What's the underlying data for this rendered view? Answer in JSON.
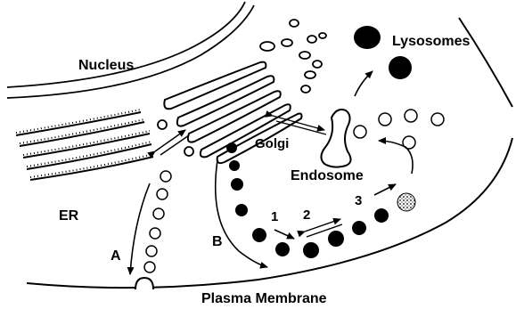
{
  "diagram": {
    "labels": {
      "nucleus": "Nucleus",
      "er": "ER",
      "golgi": "Golgi",
      "endosome": "Endosome",
      "lysosomes": "Lysosomes",
      "plasma_membrane": "Plasma Membrane",
      "pathway_a": "A",
      "pathway_b": "B",
      "step_1": "1",
      "step_2": "2",
      "step_3": "3"
    },
    "colors": {
      "ink": "#000000",
      "background": "#ffffff"
    }
  }
}
